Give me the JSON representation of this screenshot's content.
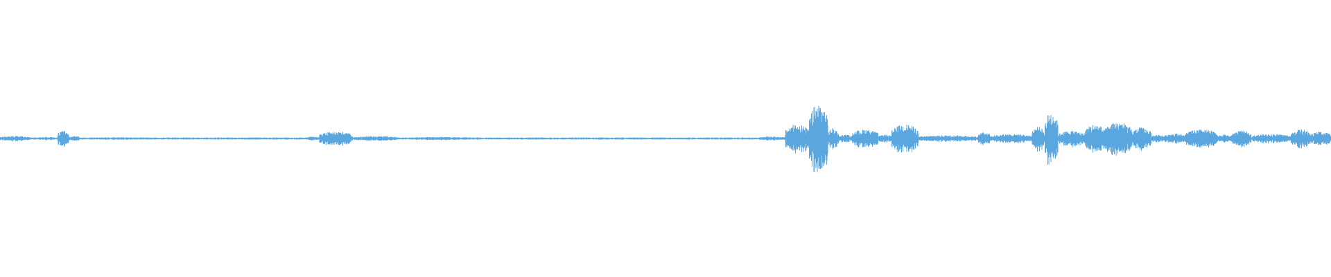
{
  "waveform": {
    "color": "#5aa7e0",
    "baseline_amplitude": 0.008,
    "amplitude_scale": 1.0,
    "segments": [
      {
        "start": 0.0,
        "end": 0.022,
        "level": 0.02
      },
      {
        "start": 0.022,
        "end": 0.028,
        "level": 0.004
      },
      {
        "start": 0.028,
        "end": 0.043,
        "level": 0.012
      },
      {
        "start": 0.043,
        "end": 0.052,
        "level": 0.06
      },
      {
        "start": 0.052,
        "end": 0.06,
        "level": 0.02
      },
      {
        "start": 0.06,
        "end": 0.12,
        "level": 0.01
      },
      {
        "start": 0.12,
        "end": 0.2,
        "level": 0.007
      },
      {
        "start": 0.2,
        "end": 0.23,
        "level": 0.004
      },
      {
        "start": 0.23,
        "end": 0.24,
        "level": 0.015
      },
      {
        "start": 0.24,
        "end": 0.265,
        "level": 0.055
      },
      {
        "start": 0.265,
        "end": 0.3,
        "level": 0.018
      },
      {
        "start": 0.3,
        "end": 0.36,
        "level": 0.012
      },
      {
        "start": 0.36,
        "end": 0.47,
        "level": 0.005
      },
      {
        "start": 0.47,
        "end": 0.48,
        "level": 0.003
      },
      {
        "start": 0.48,
        "end": 0.52,
        "level": 0.008
      },
      {
        "start": 0.52,
        "end": 0.57,
        "level": 0.004
      },
      {
        "start": 0.57,
        "end": 0.59,
        "level": 0.015
      },
      {
        "start": 0.59,
        "end": 0.608,
        "level": 0.11
      },
      {
        "start": 0.608,
        "end": 0.622,
        "level": 0.27
      },
      {
        "start": 0.622,
        "end": 0.63,
        "level": 0.08
      },
      {
        "start": 0.63,
        "end": 0.64,
        "level": 0.03
      },
      {
        "start": 0.64,
        "end": 0.66,
        "level": 0.07
      },
      {
        "start": 0.66,
        "end": 0.67,
        "level": 0.03
      },
      {
        "start": 0.67,
        "end": 0.69,
        "level": 0.11
      },
      {
        "start": 0.69,
        "end": 0.735,
        "level": 0.025
      },
      {
        "start": 0.735,
        "end": 0.745,
        "level": 0.05
      },
      {
        "start": 0.745,
        "end": 0.775,
        "level": 0.035
      },
      {
        "start": 0.775,
        "end": 0.785,
        "level": 0.09
      },
      {
        "start": 0.785,
        "end": 0.795,
        "level": 0.21
      },
      {
        "start": 0.795,
        "end": 0.815,
        "level": 0.06
      },
      {
        "start": 0.815,
        "end": 0.83,
        "level": 0.11
      },
      {
        "start": 0.83,
        "end": 0.85,
        "level": 0.13
      },
      {
        "start": 0.85,
        "end": 0.865,
        "level": 0.085
      },
      {
        "start": 0.865,
        "end": 0.875,
        "level": 0.03
      },
      {
        "start": 0.875,
        "end": 0.89,
        "level": 0.04
      },
      {
        "start": 0.89,
        "end": 0.915,
        "level": 0.07
      },
      {
        "start": 0.915,
        "end": 0.925,
        "level": 0.03
      },
      {
        "start": 0.925,
        "end": 0.94,
        "level": 0.06
      },
      {
        "start": 0.94,
        "end": 0.97,
        "level": 0.035
      },
      {
        "start": 0.97,
        "end": 0.985,
        "level": 0.07
      },
      {
        "start": 0.985,
        "end": 1.0,
        "level": 0.055
      }
    ]
  }
}
